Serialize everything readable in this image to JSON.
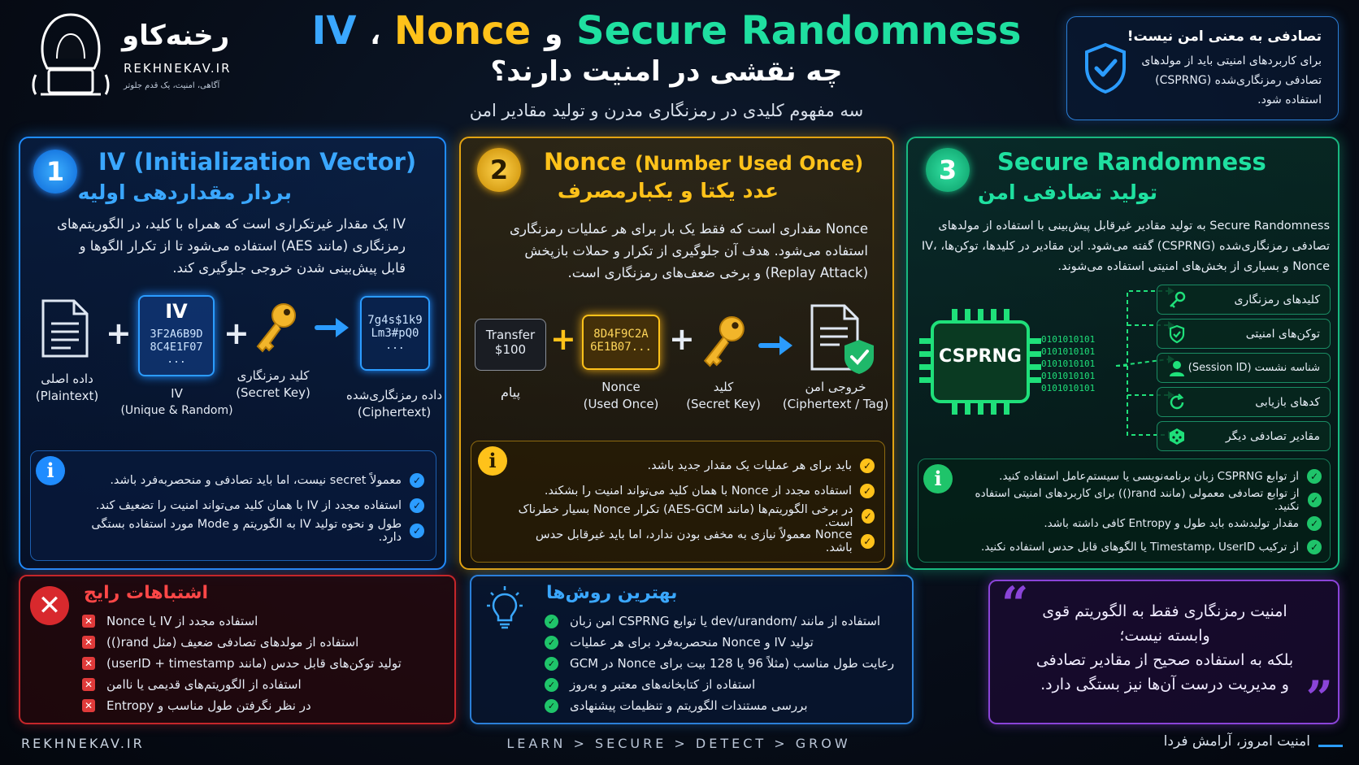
{
  "brand": {
    "name_fa": "رخنه‌کاو",
    "name_en": "REKHNEKAV.IR",
    "tagline": "آگاهی، امنیت، یک قدم جلوتر"
  },
  "header": {
    "title_iv": "IV",
    "title_comma": "،",
    "title_nonce": "Nonce",
    "title_va": "و",
    "title_sr": "Secure Randomness",
    "title_line2": "چه نقشی در امنیت دارند؟",
    "subtitle": "سه مفهوم کلیدی در رمزنگاری مدرن و تولید مقادیر امن"
  },
  "notice": {
    "title": "تصادفی به معنی امن نیست!",
    "body": "برای کاربردهای امنیتی باید از مولدهای تصادفی رمزنگاری‌شده (CSPRNG) استفاده شود."
  },
  "panel1": {
    "number": "1",
    "title_en": "IV (Initialization Vector)",
    "title_fa": "بردار مقداردهی اولیه",
    "description": "IV یک مقدار غیرتکراری است که همراه با کلید، در الگوریتم‌های رمزنگاری (مانند AES) استفاده می‌شود تا از تکرار الگوها و قابل پیش‌بینی شدن خروجی جلوگیری کند.",
    "plaintext_label_fa": "داده اصلی",
    "plaintext_label_en": "(Plaintext)",
    "iv_box_title": "IV",
    "iv_box_line1": "3F2A6B9D",
    "iv_box_line2": "8C4E1F07",
    "iv_box_dots": "...",
    "iv_label": "IV",
    "iv_label_en": "(Unique & Random)",
    "key_label_fa": "کلید رمزنگاری",
    "key_label_en": "(Secret Key)",
    "cipher_line1": "7g4s$1k9",
    "cipher_line2": "Lm3#pQ0",
    "cipher_dots": "...",
    "cipher_label_fa": "داده رمزنگاری‌شده",
    "cipher_label_en": "(Ciphertext)",
    "bullets": [
      "معمولاً secret نیست، اما باید تصادفی و منحصربه‌فرد باشد.",
      "استفاده مجدد از IV با همان کلید می‌تواند امنیت را تضعیف کند.",
      "طول و نحوه تولید IV به الگوریتم و Mode مورد استفاده بستگی دارد."
    ]
  },
  "panel2": {
    "number": "2",
    "title_en": "Nonce",
    "title_en_sub": "(Number Used Once)",
    "title_fa": "عدد یکتا و یکبارمصرف",
    "description": "Nonce مقداری است که فقط یک بار برای هر عملیات رمزنگاری استفاده می‌شود. هدف آن جلوگیری از تکرار و حملات بازپخش (Replay Attack) و برخی ضعف‌های رمزنگاری است.",
    "msg_line1": "Transfer",
    "msg_line2": "$100",
    "msg_label": "پیام",
    "nonce_line1": "8D4F9C2A",
    "nonce_line2": "6E1B07...",
    "nonce_label": "Nonce",
    "nonce_label_en": "(Used Once)",
    "key_label_fa": "کلید",
    "key_label_en": "(Secret Key)",
    "out_label_fa": "خروجی امن",
    "out_label_en": "(Ciphertext / Tag)",
    "bullets": [
      "باید برای هر عملیات یک مقدار جدید باشد.",
      "استفاده مجدد از Nonce با همان کلید می‌تواند امنیت را بشکند.",
      "در برخی الگوریتم‌ها (مانند AES-GCM) تکرار Nonce بسیار خطرناک است.",
      "Nonce معمولاً نیازی به مخفی بودن ندارد، اما باید غیرقابل حدس باشد."
    ]
  },
  "panel3": {
    "number": "3",
    "title_en": "Secure Randomness",
    "title_fa": "تولید تصادفی امن",
    "description": "Secure Randomness به تولید مقادیر غیرقابل پیش‌بینی با استفاده از مولدهای تصادفی رمزنگاری‌شده (CSPRNG) گفته می‌شود. این مقادیر در کلیدها، توکن‌ها، IV، Nonce و بسیاری از بخش‌های امنیتی استفاده می‌شوند.",
    "chip_label": "CSPRNG",
    "bits": "0101010101",
    "uses": [
      "کلیدهای رمزنگاری",
      "توکن‌های امنیتی",
      "شناسه نشست (Session ID)",
      "کدهای بازیابی",
      "مقادیر تصادفی دیگر"
    ],
    "bullets": [
      "از توابع CSPRNG زبان برنامه‌نویسی یا سیستم‌عامل استفاده کنید.",
      "از توابع تصادفی معمولی (مانند rand()) برای کاربردهای امنیتی استفاده نکنید.",
      "مقدار تولیدشده باید طول و Entropy کافی داشته باشد.",
      "از ترکیب Timestamp، UserID یا الگوهای قابل حدس استفاده نکنید."
    ]
  },
  "mistakes": {
    "title": "اشتباهات رایج",
    "items": [
      "استفاده مجدد از IV یا Nonce",
      "استفاده از مولدهای تصادفی ضعیف (مثل rand())",
      "تولید توکن‌های قابل حدس (مانند userID + timestamp)",
      "استفاده از الگوریتم‌های قدیمی یا ناامن",
      "در نظر نگرفتن طول مناسب و Entropy"
    ]
  },
  "best": {
    "title": "بهترین روش‌ها",
    "items": [
      "استفاده از مانند /dev/urandom یا توابع CSPRNG امن زبان",
      "تولید IV و Nonce منحصربه‌فرد برای هر عملیات",
      "رعایت طول مناسب (مثلاً 96 یا 128 بیت برای Nonce در GCM",
      "استفاده از کتابخانه‌های معتبر و به‌روز",
      "بررسی مستندات الگوریتم و تنظیمات پیشنهادی"
    ]
  },
  "quote": {
    "line1": "امنیت رمزنگاری فقط به الگوریتم قوی",
    "line2": "وابسته نیست؛",
    "line3": "بلکه به استفاده صحیح از مقادیر تصادفی",
    "line4": "و مدیریت درست آن‌ها نیز بستگی دارد."
  },
  "footer": {
    "site": "REKHNEKAV.IR",
    "steps": "LEARN  >  SECURE  >  DETECT  >  GROW",
    "slogan": "امنیت امروز، آرامش فردا"
  },
  "colors": {
    "iv_blue": "#1f8cff",
    "nonce_gold": "#e3a312",
    "random_green": "#19b880",
    "mistake_red": "#c5262a",
    "quote_purple": "#8a44d8"
  }
}
